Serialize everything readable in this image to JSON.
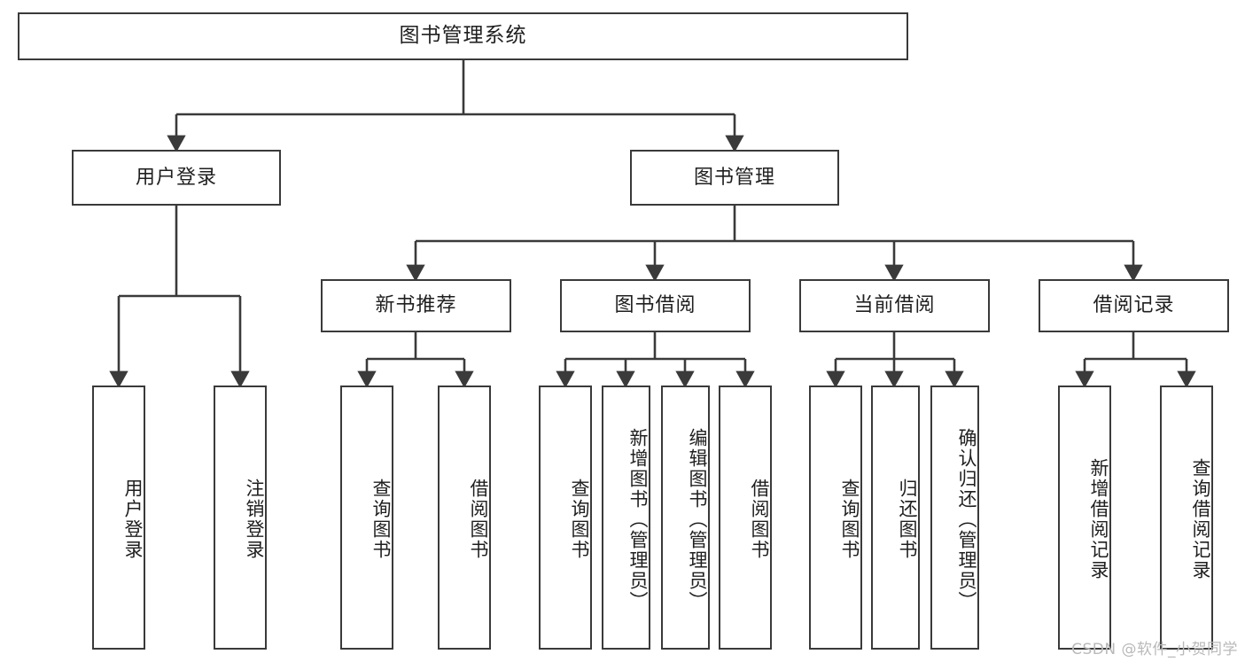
{
  "diagram": {
    "title": "图书管理系统",
    "type": "tree",
    "theme": {
      "background": "#ffffff",
      "box_border": "#3a3a3a",
      "box_fill": "#ffffff",
      "text": "#1f1f1f",
      "connector": "#3a3a3a",
      "watermark": "#b9b9b9"
    },
    "watermark": "CSDN @软件_小贺同学",
    "levels": {
      "root": {
        "label": "图书管理系统"
      },
      "level2": [
        {
          "id": "user-login",
          "label": "用户登录"
        },
        {
          "id": "book-manage",
          "label": "图书管理"
        }
      ],
      "level3": [
        {
          "id": "new-book-rec",
          "label": "新书推荐",
          "parent": "book-manage"
        },
        {
          "id": "book-borrow",
          "label": "图书借阅",
          "parent": "book-manage"
        },
        {
          "id": "current-borrow",
          "label": "当前借阅",
          "parent": "book-manage"
        },
        {
          "id": "borrow-record",
          "label": "借阅记录",
          "parent": "book-manage"
        }
      ],
      "leaves": [
        {
          "id": "leaf-user-login",
          "label": "用户登录",
          "parent": "user-login"
        },
        {
          "id": "leaf-logout",
          "label": "注销登录",
          "parent": "user-login"
        },
        {
          "id": "leaf-query-book-1",
          "label": "查询图书",
          "parent": "new-book-rec"
        },
        {
          "id": "leaf-borrow-book-1",
          "label": "借阅图书",
          "parent": "new-book-rec"
        },
        {
          "id": "leaf-query-book-2",
          "label": "查询图书",
          "parent": "book-borrow"
        },
        {
          "id": "leaf-add-book",
          "label": "新增图书（管理员）",
          "parent": "book-borrow"
        },
        {
          "id": "leaf-edit-book",
          "label": "编辑图书（管理员）",
          "parent": "book-borrow"
        },
        {
          "id": "leaf-borrow-book-2",
          "label": "借阅图书",
          "parent": "book-borrow"
        },
        {
          "id": "leaf-query-book-3",
          "label": "查询图书",
          "parent": "current-borrow"
        },
        {
          "id": "leaf-return-book",
          "label": "归还图书",
          "parent": "current-borrow"
        },
        {
          "id": "leaf-confirm-return",
          "label": "确认归还（管理员）",
          "parent": "current-borrow"
        },
        {
          "id": "leaf-add-record",
          "label": "新增借阅记录",
          "parent": "borrow-record"
        },
        {
          "id": "leaf-query-record",
          "label": "查询借阅记录",
          "parent": "borrow-record"
        }
      ]
    }
  }
}
